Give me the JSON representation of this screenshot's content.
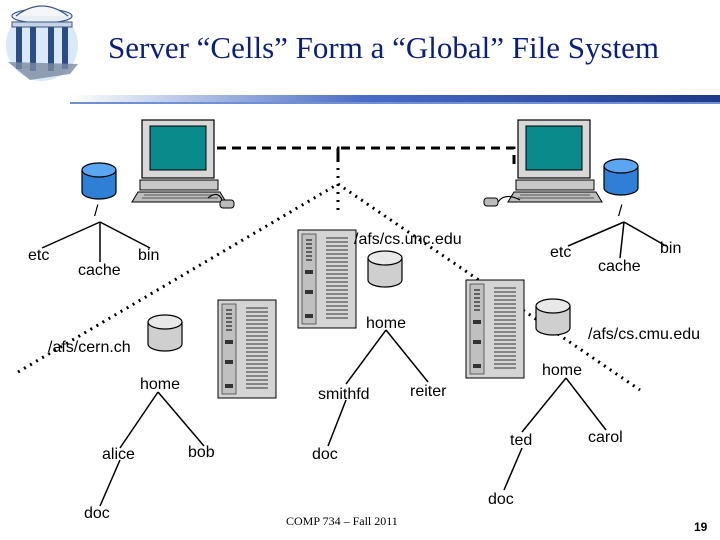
{
  "slide": {
    "title": "Server “Cells” Form a “Global” File System",
    "footer": "COMP 734 – Fall 2011",
    "page_number": "19"
  },
  "colors": {
    "title": "#0a1f7a",
    "header_bar": "#1e3a8a",
    "disk": "#2f7fd6",
    "monitor_screen": "#0a8a8a",
    "server_body": "#d4d4d4"
  },
  "logo": {
    "icon": "old-well-pavilion-icon"
  },
  "client_left": {
    "root": "/",
    "etc": "etc",
    "cache": "cache",
    "bin": "bin"
  },
  "client_right": {
    "root": "/",
    "etc": "etc",
    "cache": "cache",
    "bin": "bin"
  },
  "cell_cern": {
    "path": "/afs/cern.ch",
    "home": "home",
    "alice": "alice",
    "bob": "bob",
    "doc": "doc"
  },
  "cell_unc": {
    "path": "/afs/cs.unc.edu",
    "home": "home",
    "smithfd": "smithfd",
    "reiter": "reiter",
    "doc": "doc"
  },
  "cell_cmu": {
    "path": "/afs/cs.cmu.edu",
    "home": "home",
    "ted": "ted",
    "carol": "carol",
    "doc": "doc"
  }
}
